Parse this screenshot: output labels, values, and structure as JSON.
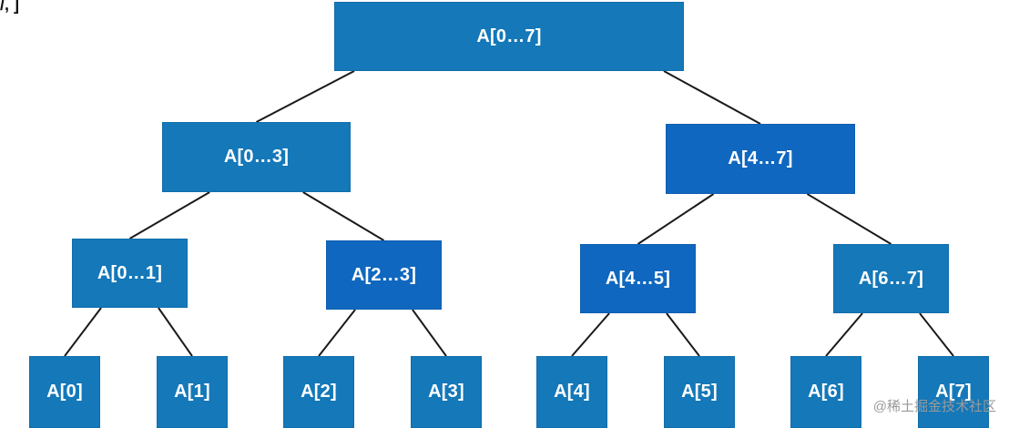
{
  "corner_text": "/, ]",
  "colors": {
    "node_light": "#1478b9",
    "node_dark": "#1067bf",
    "edge": "#1a1a1a"
  },
  "watermark": "@稀土掘金技术社区",
  "tree": {
    "nodes": [
      {
        "id": "n07",
        "label": "A[0…7]",
        "depth": 0,
        "shade": "light"
      },
      {
        "id": "n03",
        "label": "A[0…3]",
        "depth": 1,
        "shade": "light"
      },
      {
        "id": "n47",
        "label": "A[4…7]",
        "depth": 1,
        "shade": "dark"
      },
      {
        "id": "n01",
        "label": "A[0…1]",
        "depth": 2,
        "shade": "light"
      },
      {
        "id": "n23",
        "label": "A[2…3]",
        "depth": 2,
        "shade": "dark"
      },
      {
        "id": "n45",
        "label": "A[4…5]",
        "depth": 2,
        "shade": "dark"
      },
      {
        "id": "n67",
        "label": "A[6…7]",
        "depth": 2,
        "shade": "light"
      },
      {
        "id": "n0",
        "label": "A[0]",
        "depth": 3,
        "shade": "light"
      },
      {
        "id": "n1",
        "label": "A[1]",
        "depth": 3,
        "shade": "light"
      },
      {
        "id": "n2",
        "label": "A[2]",
        "depth": 3,
        "shade": "light"
      },
      {
        "id": "n3",
        "label": "A[3]",
        "depth": 3,
        "shade": "light"
      },
      {
        "id": "n4",
        "label": "A[4]",
        "depth": 3,
        "shade": "light"
      },
      {
        "id": "n5",
        "label": "A[5]",
        "depth": 3,
        "shade": "light"
      },
      {
        "id": "n6",
        "label": "A[6]",
        "depth": 3,
        "shade": "light"
      },
      {
        "id": "n7",
        "label": "A[7]",
        "depth": 3,
        "shade": "light"
      }
    ],
    "edges": [
      [
        "n07",
        "n03"
      ],
      [
        "n07",
        "n47"
      ],
      [
        "n03",
        "n01"
      ],
      [
        "n03",
        "n23"
      ],
      [
        "n47",
        "n45"
      ],
      [
        "n47",
        "n67"
      ],
      [
        "n01",
        "n0"
      ],
      [
        "n01",
        "n1"
      ],
      [
        "n23",
        "n2"
      ],
      [
        "n23",
        "n3"
      ],
      [
        "n45",
        "n4"
      ],
      [
        "n45",
        "n5"
      ],
      [
        "n67",
        "n6"
      ],
      [
        "n67",
        "n7"
      ]
    ]
  }
}
